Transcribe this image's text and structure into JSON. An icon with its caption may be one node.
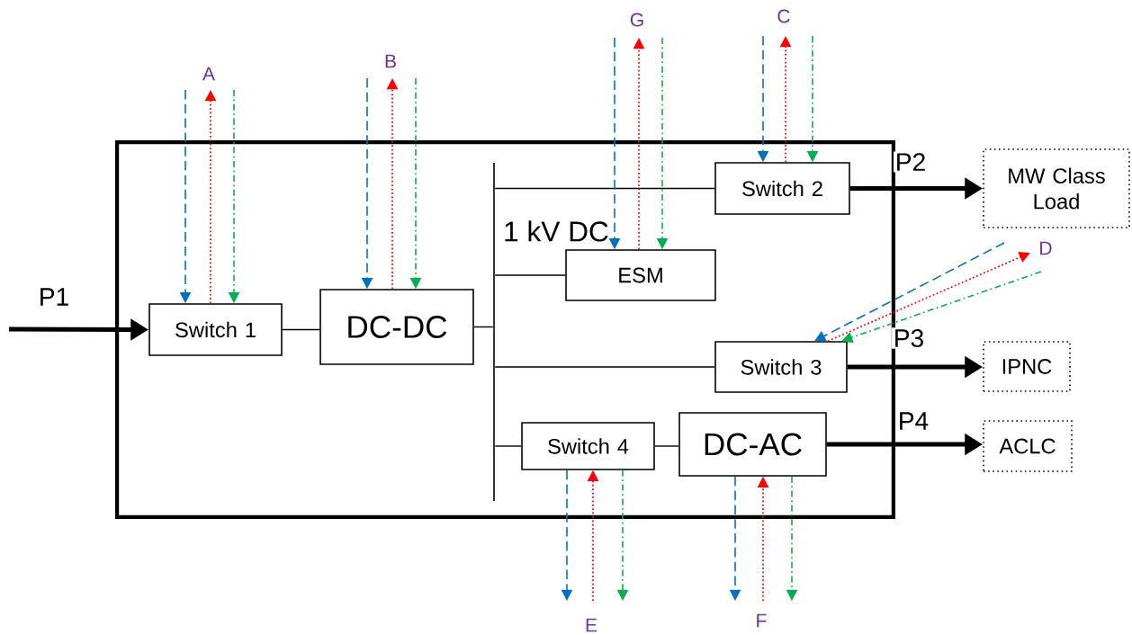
{
  "diagram": {
    "nodes": [
      {
        "text": [],
        "shape": "box"
      },
      {
        "text": [
          "Switch 1"
        ],
        "in": 0
      },
      {
        "text": [
          "DC-DC"
        ],
        "in": 0
      },
      {
        "text": [
          "ESM"
        ],
        "in": 0
      },
      {
        "text": [
          "Switch 2"
        ],
        "in": 0
      },
      {
        "text": [
          "Switch 3"
        ],
        "in": 0
      },
      {
        "text": [
          "Switch 4"
        ],
        "in": 0
      },
      {
        "text": [
          "DC-AC"
        ],
        "in": 0
      },
      {
        "text": [
          "MW Class Load"
        ]
      },
      {
        "text": [
          "IPNC"
        ]
      },
      {
        "text": [
          "ACLC"
        ]
      },
      {
        "text": [],
        "shape": "bar",
        "in": 0,
        "beside": [
          "1 kV DC"
        ]
      },
      {
        "text": [
          "A"
        ]
      },
      {
        "text": [
          "B"
        ]
      },
      {
        "text": [
          "G"
        ]
      },
      {
        "text": [
          "C"
        ]
      },
      {
        "text": [
          "D"
        ]
      },
      {
        "text": [
          "E"
        ]
      },
      {
        "text": [
          "F"
        ]
      }
    ],
    "edges": [
      {
        "from": 1,
        "to": 2,
        "arrow": "none"
      },
      {
        "from": 2,
        "to": 11,
        "arrow": "none"
      },
      {
        "from": 11,
        "to": 4,
        "arrow": "none"
      },
      {
        "from": 11,
        "to": 3,
        "arrow": "none"
      },
      {
        "from": 11,
        "to": 5,
        "arrow": "none"
      },
      {
        "from": 11,
        "to": 6,
        "arrow": "none"
      },
      {
        "from": 6,
        "to": 7,
        "arrow": "none"
      },
      {
        "from": null,
        "to": 1,
        "arrow": "to",
        "label": "P1",
        "style": "thick"
      },
      {
        "from": 4,
        "to": 8,
        "arrow": "to",
        "label": "P2",
        "style": "thick"
      },
      {
        "from": 5,
        "to": 9,
        "arrow": "to",
        "label": "P3",
        "style": "thick"
      },
      {
        "from": 7,
        "to": 10,
        "arrow": "to",
        "label": "P4",
        "style": "thick"
      },
      {
        "from": 12,
        "to": 1,
        "arrow": "to",
        "style": "dashed",
        "color": "#0070c0"
      },
      {
        "from": 1,
        "to": 12,
        "arrow": "to",
        "style": "dashed",
        "color": "#ff0000"
      },
      {
        "from": 12,
        "to": 1,
        "arrow": "to",
        "style": "dashed",
        "color": "#00b050"
      },
      {
        "from": 13,
        "to": 2,
        "arrow": "to",
        "style": "dashed",
        "color": "#0070c0"
      },
      {
        "from": 2,
        "to": 13,
        "arrow": "to",
        "style": "dashed",
        "color": "#ff0000"
      },
      {
        "from": 13,
        "to": 2,
        "arrow": "to",
        "style": "dashed",
        "color": "#00b050"
      },
      {
        "from": 14,
        "to": 3,
        "arrow": "to",
        "style": "dashed",
        "color": "#0070c0"
      },
      {
        "from": 3,
        "to": 14,
        "arrow": "to",
        "style": "dashed",
        "color": "#ff0000"
      },
      {
        "from": 14,
        "to": 3,
        "arrow": "to",
        "style": "dashed",
        "color": "#00b050"
      },
      {
        "from": 15,
        "to": 4,
        "arrow": "to",
        "style": "dashed",
        "color": "#0070c0"
      },
      {
        "from": 4,
        "to": 15,
        "arrow": "to",
        "style": "dashed",
        "color": "#ff0000"
      },
      {
        "from": 15,
        "to": 4,
        "arrow": "to",
        "style": "dashed",
        "color": "#00b050"
      },
      {
        "from": null,
        "to": 5,
        "arrow": "to",
        "style": "dashed",
        "color": "#0070c0"
      },
      {
        "from": 5,
        "to": 16,
        "arrow": "to",
        "style": "dashed",
        "color": "#ff0000"
      },
      {
        "from": 16,
        "to": 5,
        "arrow": "to",
        "style": "dashed",
        "color": "#00b050"
      },
      {
        "from": 6,
        "to": 17,
        "arrow": "to",
        "style": "dashed",
        "color": "#0070c0"
      },
      {
        "from": 17,
        "to": 6,
        "arrow": "to",
        "style": "dashed",
        "color": "#ff0000"
      },
      {
        "from": 6,
        "to": 17,
        "arrow": "to",
        "style": "dashed",
        "color": "#00b050"
      },
      {
        "from": 7,
        "to": 18,
        "arrow": "to",
        "style": "dashed",
        "color": "#0070c0"
      },
      {
        "from": 18,
        "to": 7,
        "arrow": "to",
        "style": "dashed",
        "color": "#ff0000"
      },
      {
        "from": 7,
        "to": 18,
        "arrow": "to",
        "style": "dashed",
        "color": "#00b050"
      }
    ]
  }
}
